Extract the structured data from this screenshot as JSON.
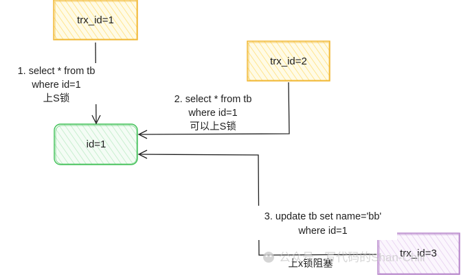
{
  "nodes": {
    "trx1": {
      "label": "trx_id=1",
      "fill": "#fff3bf",
      "stroke": "#f0b429"
    },
    "trx2": {
      "label": "trx_id=2",
      "fill": "#fff3bf",
      "stroke": "#f0b429"
    },
    "row": {
      "label": "id=1",
      "fill": "#d3f9d8",
      "stroke": "#40c057"
    },
    "trx3": {
      "label": "trx_id=3",
      "fill": "#f3e5f5",
      "stroke": "#b07cc6"
    }
  },
  "edges": {
    "e1": {
      "lines": [
        "1. select * from tb",
        "where id=1",
        "上S锁"
      ]
    },
    "e2": {
      "lines": [
        "2. select * from tb",
        "where id=1",
        "可以上S锁"
      ]
    },
    "e3": {
      "lines": [
        "3. update tb set name='bb'",
        "where id=1",
        "上x锁阻塞"
      ]
    }
  },
  "watermark": {
    "text": "公众号 · 写代码的Shan-Chili"
  },
  "colors": {
    "ink": "#1e1e1e"
  }
}
